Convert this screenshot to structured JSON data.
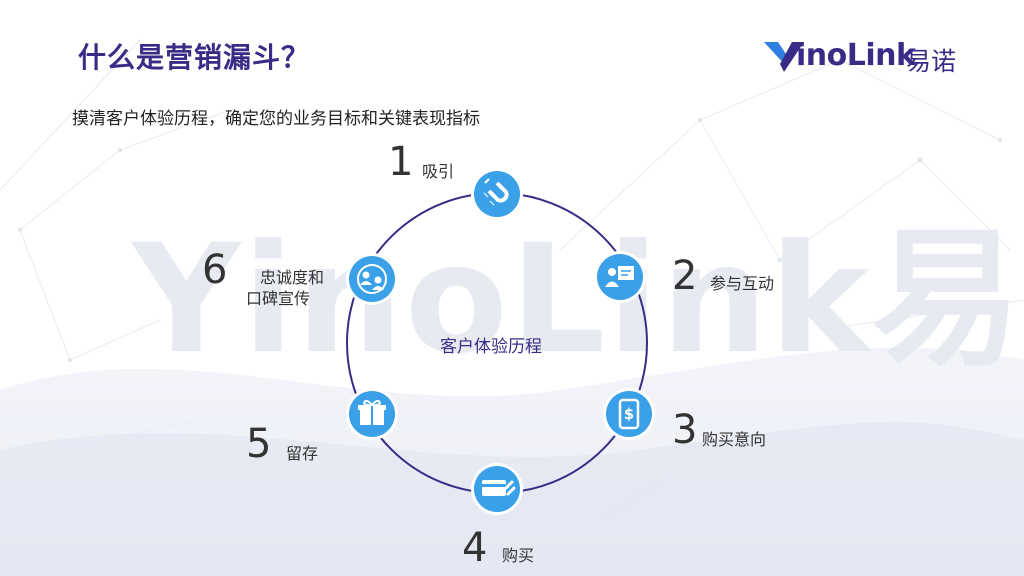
{
  "slide": {
    "title": "什么是营销漏斗？",
    "subtitle": "摸清客户体验历程，确定您的业务目标和关键表现指标",
    "center_label": "客户体验历程",
    "watermark": "YinoLink易诺"
  },
  "logo": {
    "text": "inoLink",
    "text_cn": "易诺"
  },
  "stages": [
    {
      "number": "1",
      "label": "吸引",
      "icon": "magnet-icon"
    },
    {
      "number": "2",
      "label": "参与互动",
      "icon": "presenter-icon"
    },
    {
      "number": "3",
      "label": "购买意向",
      "icon": "phone-dollar-icon"
    },
    {
      "number": "4",
      "label": "购买",
      "icon": "credit-card-icon"
    },
    {
      "number": "5",
      "label": "留存",
      "icon": "gift-icon"
    },
    {
      "number": "6",
      "label_line1": "忠诚度和",
      "label_line2": "口碑宣传",
      "icon": "people-network-icon"
    }
  ],
  "colors": {
    "title": "#3a2c86",
    "node": "#3aa0e8",
    "ring": "#3a2c86",
    "logo_accent": "#2f7fe0"
  }
}
